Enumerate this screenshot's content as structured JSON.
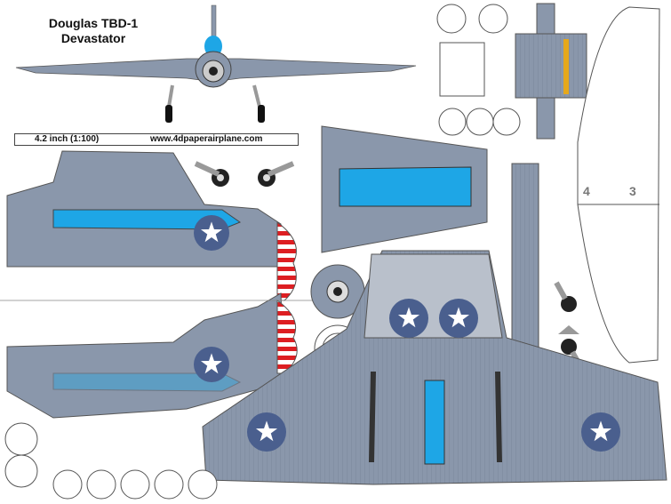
{
  "title": {
    "line1": "Douglas TBD-1",
    "line2": "Devastator"
  },
  "scale_bar": {
    "scale": "4.2 inch (1:100)",
    "website": "www.4dpaperairplane.com"
  },
  "fold_numbers": {
    "left": "4",
    "right": "3"
  },
  "colors": {
    "body_gray": "#8a97ab",
    "dark_gray": "#6e7a8d",
    "light_gray": "#b9c0cb",
    "glass_blue": "#1ea6e6",
    "roundel_blue": "#4a5f8e",
    "stripe_red": "#dd1e22",
    "stripe_white": "#ffffff",
    "outline": "#444444"
  }
}
